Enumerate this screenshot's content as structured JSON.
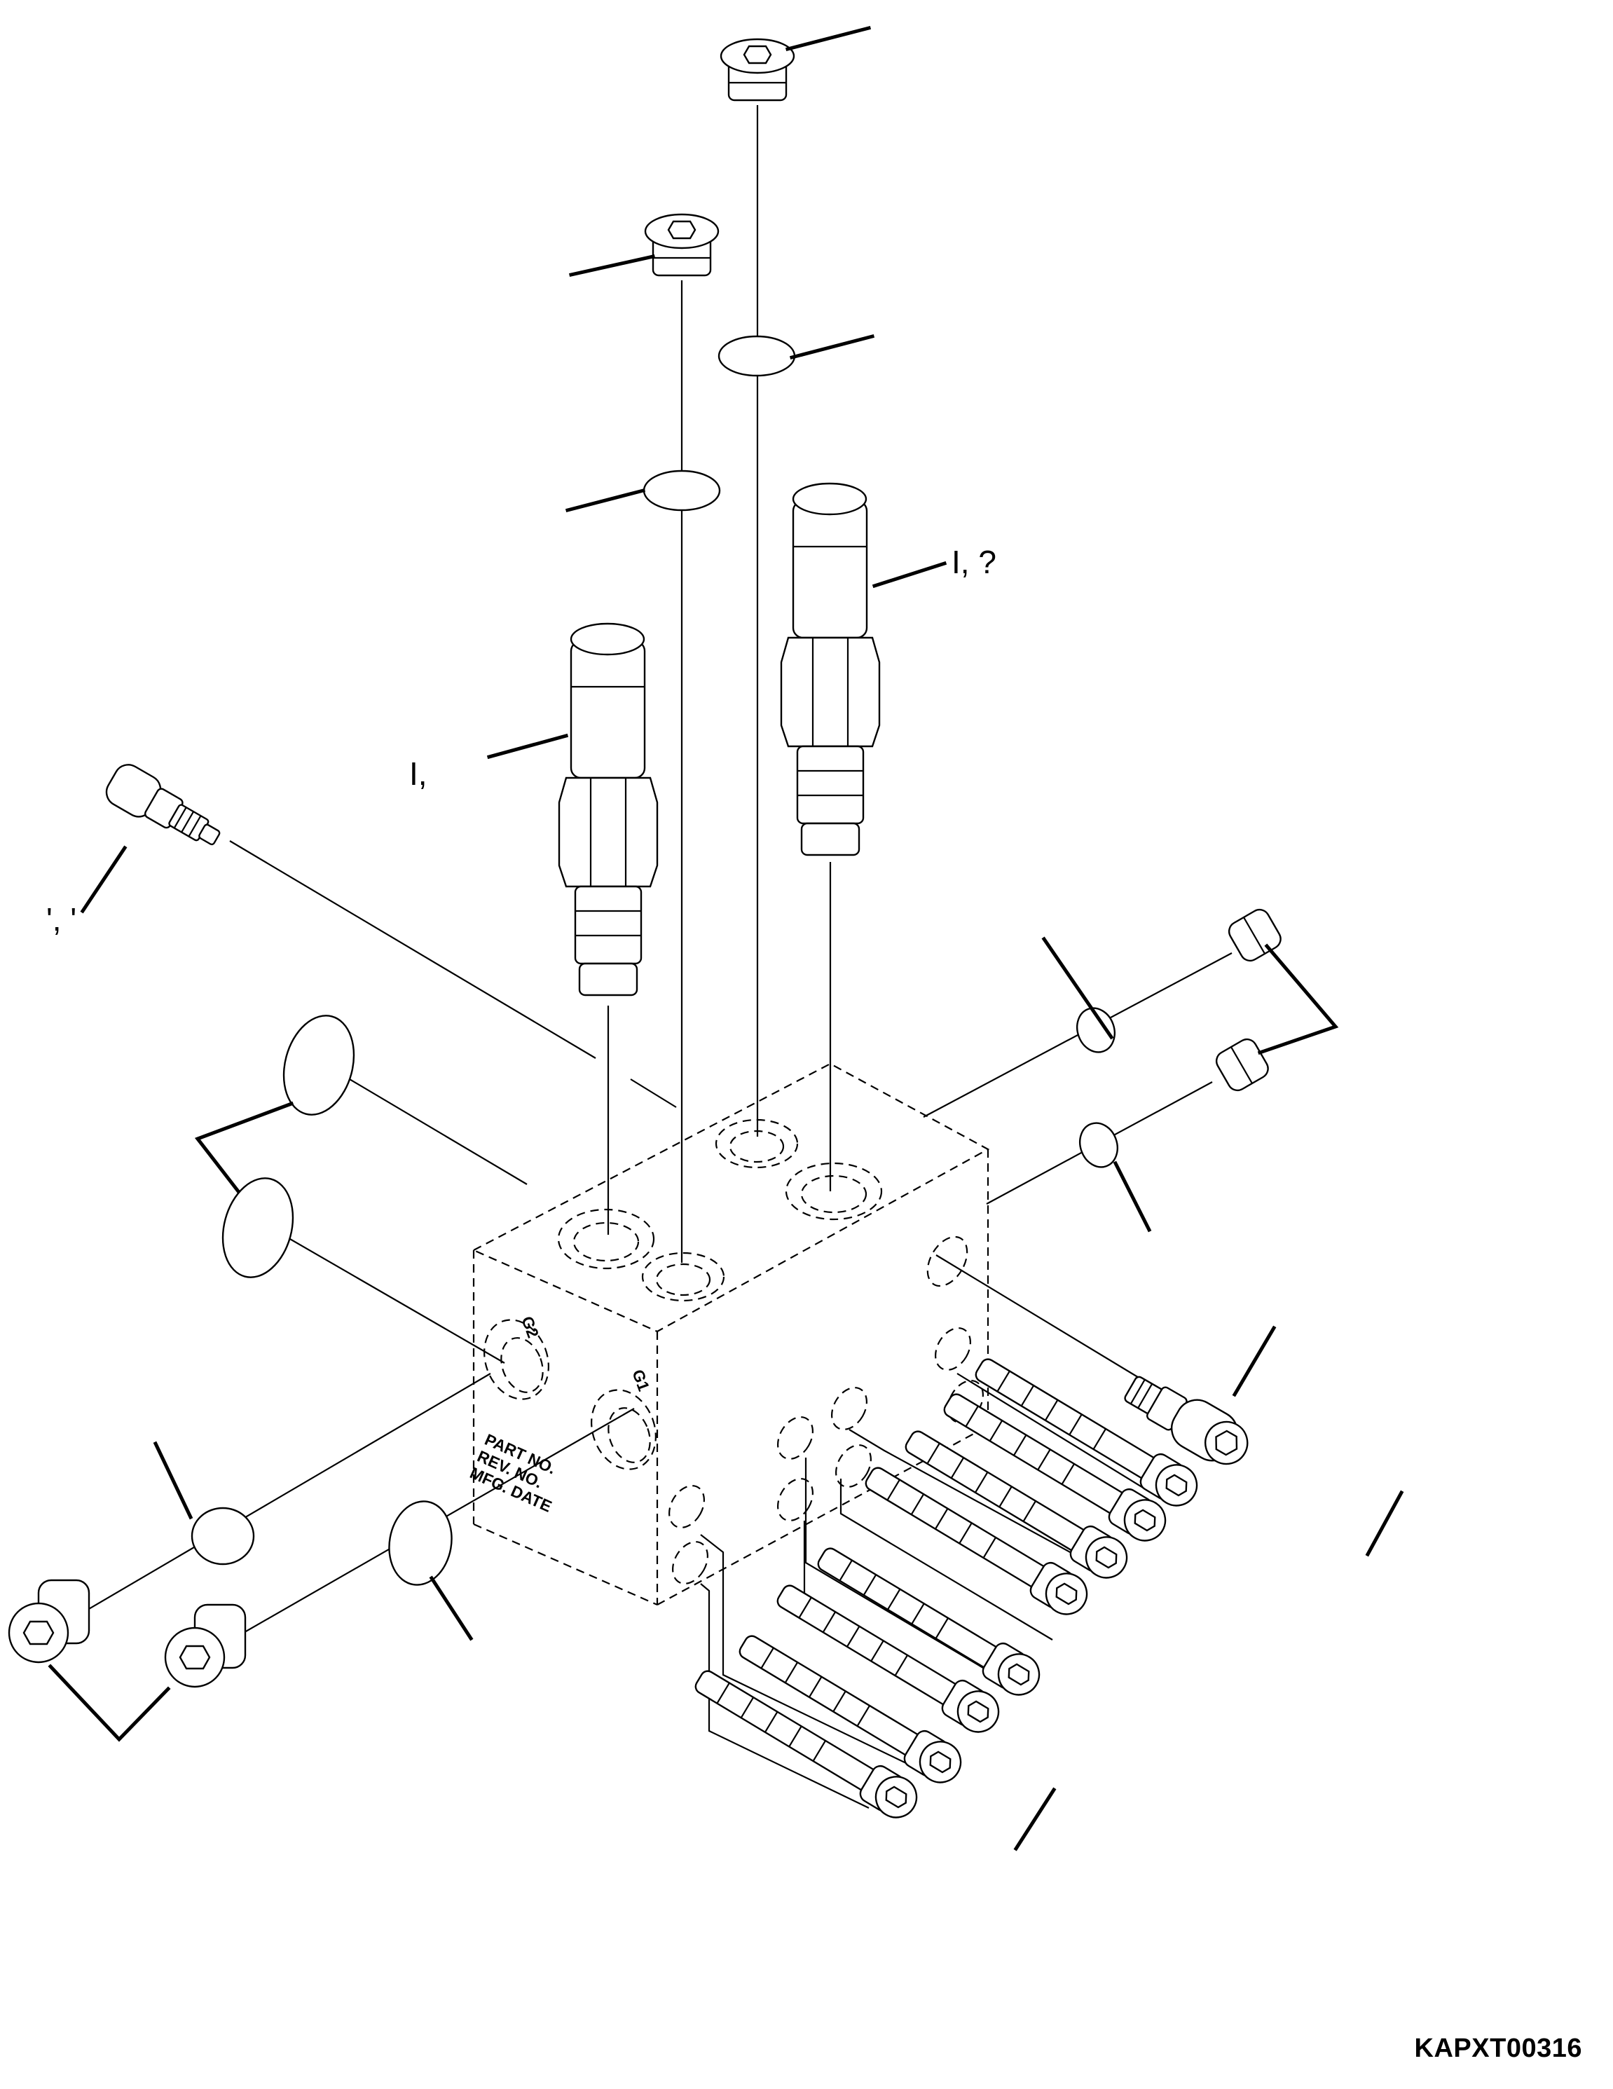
{
  "drawing_id": "KAPXT00316",
  "block_labels": {
    "port_g2": "G2",
    "port_g1": "G1",
    "part_no": "PART NO.",
    "rev_no": "REV. NO.",
    "mfg_date": "MFG. DATE"
  },
  "callout_fragments": [
    "I, ?",
    "I,",
    "', '"
  ],
  "parts": [
    "plug",
    "o-ring",
    "relief-valve",
    "check-valve",
    "socket-head-bolt"
  ]
}
